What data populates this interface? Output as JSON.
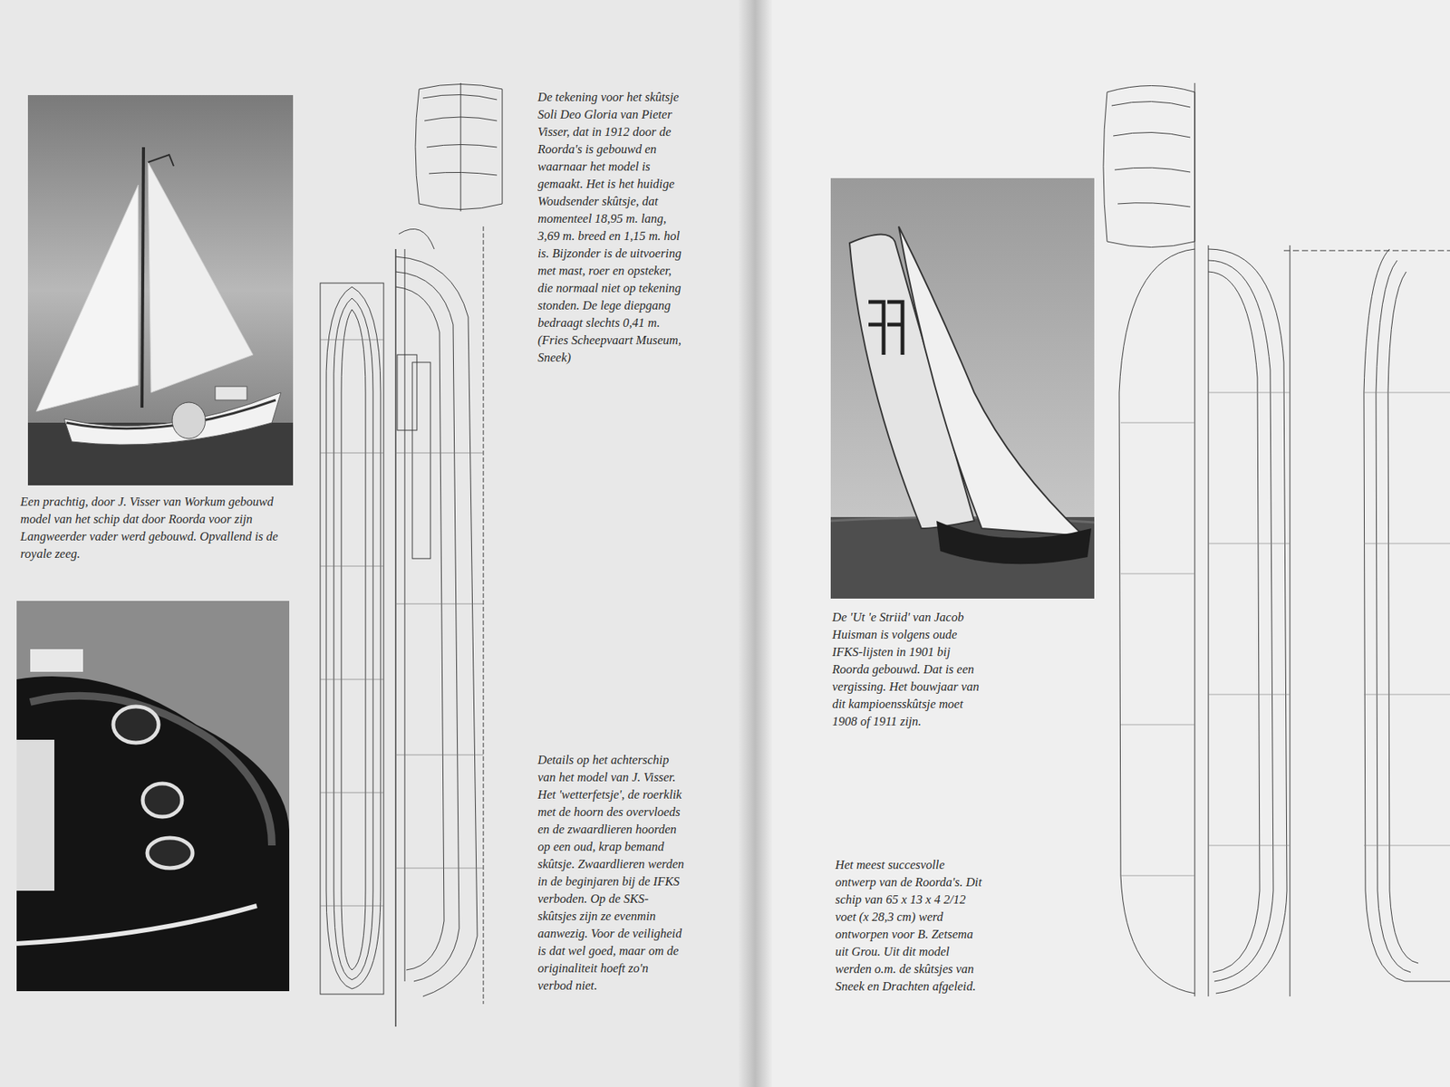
{
  "diagram": {
    "labels": [
      "De tekening voor het skûtsje Soli Deo Gloria van Pieter Visser, dat in 1912 door de Roorda's is gebouwd en waarnaar het model is gemaakt. Het is het huidige Woudsender skûtsje, dat momenteel 18,95 m. lang, 3,69 m. breed en 1,15 m. hol is. Bijzonder is de uitvoering met mast, roer en opsteker, die normaal niet op tekening stonden. De lege diepgang bedraagt slechts 0,41 m. (Fries Scheepvaart Museum, Sneek)",
      "Een prachtig, door J. Visser van Workum gebouwd model van het schip dat door Roorda voor zijn Langweerder vader werd gebouwd. Opvallend is de royale zeeg.",
      "Details op het achterschip van het model van J. Visser. Het 'wetterfetsje', de roerklik met de hoorn des overvloeds en de zwaardlieren hoorden op een oud, krap bemand skûtsje. Zwaardlieren werden in de beginjaren bij de IFKS verboden. Op de SKS-skûtsjes zijn ze evenmin aanwezig. Voor de veiligheid is dat wel goed, maar om de originaliteit hoeft zo'n verbod niet.",
      "De 'Ut 'e Striid' van Jacob Huisman is volgens oude IFKS-lijsten in 1901 bij Roorda gebouwd. Dat is een vergissing. Het bouwjaar van dit kampioensskûtsje moet 1908 of 1911 zijn.",
      "Het meest succesvolle ontwerp van de Roorda's. Dit schip van 65 x 13 x 4 2/12 voet (x 28,3 cm) werd ontworpen voor B. Zetsema uit Grou. Uit dit model werden o.m. de skûtsjes van Sneek en Drachten afgeleid."
    ]
  }
}
